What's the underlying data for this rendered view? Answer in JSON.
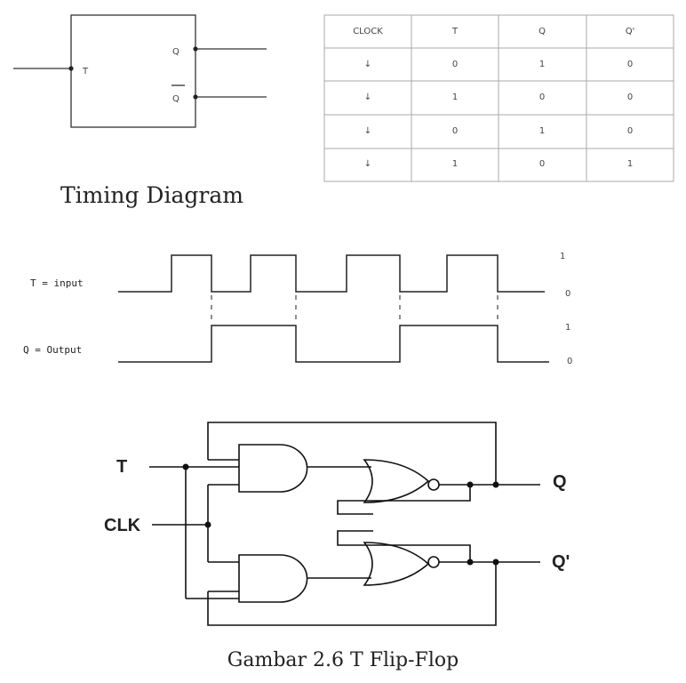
{
  "block": {
    "input_label": "T",
    "q_label": "Q",
    "qbar_label": "Q"
  },
  "truth_table": {
    "headers": [
      "CLOCK",
      "T",
      "Q",
      "Q'"
    ],
    "rows": [
      [
        "↓",
        "0",
        "1",
        "0"
      ],
      [
        "↓",
        "1",
        "0",
        "0"
      ],
      [
        "↓",
        "0",
        "1",
        "0"
      ],
      [
        "↓",
        "1",
        "0",
        "1"
      ]
    ]
  },
  "timing": {
    "title": "Timing Diagram",
    "input_label": "T = input",
    "output_label": "Q = Output",
    "input_high": "1",
    "input_low": "0",
    "output_high": "1",
    "output_low": "0"
  },
  "circuit": {
    "t_label": "T",
    "clk_label": "CLK",
    "q_label": "Q",
    "qprime_label": "Q'"
  },
  "caption": "Gambar 2.6 T Flip-Flop"
}
